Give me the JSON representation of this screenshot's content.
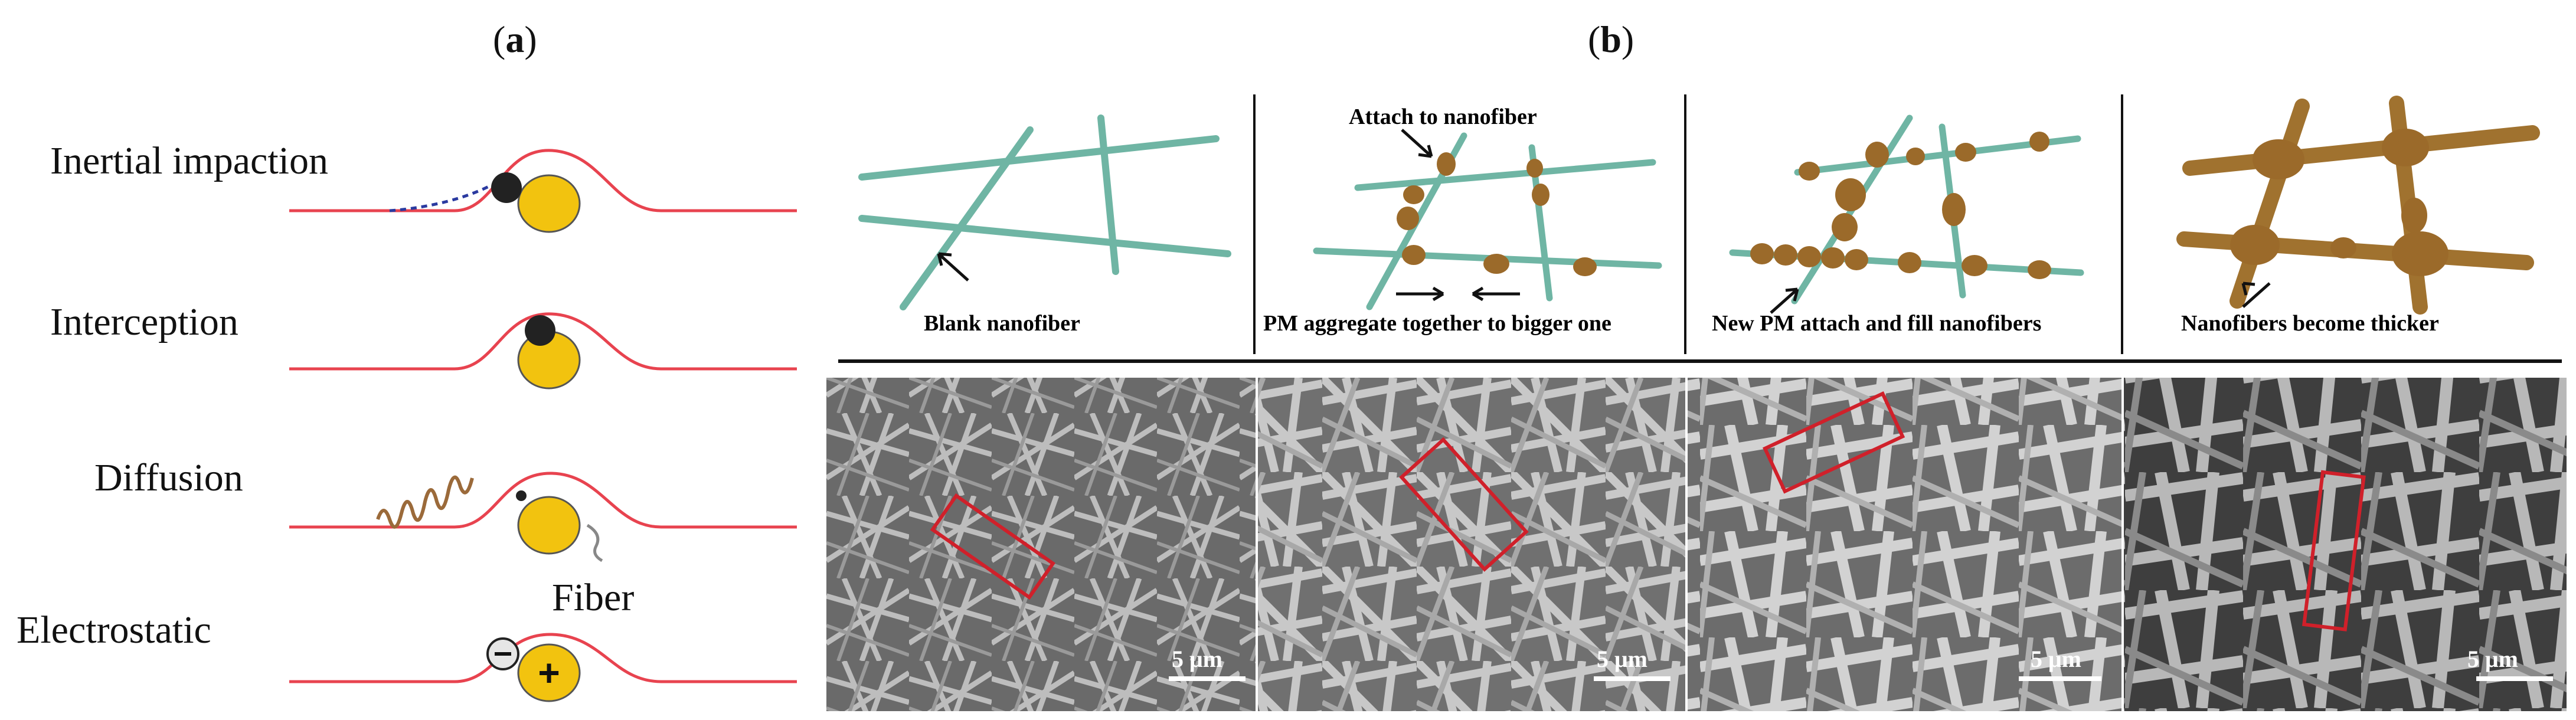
{
  "panels": {
    "a": {
      "label": "a"
    },
    "b": {
      "label": "b"
    }
  },
  "mechanisms": [
    {
      "label": "Inertial impaction"
    },
    {
      "label": "Interception"
    },
    {
      "label": "Diffusion"
    },
    {
      "label": "Electrostatic"
    }
  ],
  "fiber_label": "Fiber",
  "stages": [
    {
      "caption": "Blank nanofiber"
    },
    {
      "caption": "PM aggregate together to bigger one",
      "top_note": "Attach to nanofiber"
    },
    {
      "caption": "New PM attach and fill nanofibers"
    },
    {
      "caption": "Nanofibers become thicker"
    }
  ],
  "scale_bar": "5 μm",
  "colors": {
    "streamline": "#e8434f",
    "fiber_circle": "#f2c30f",
    "particle": "#222222",
    "nanofiber": "#6fb5a4",
    "pm": "#9b6a2a",
    "highlight_box": "#d0202a",
    "sem_bg": "#6e6e6e"
  }
}
